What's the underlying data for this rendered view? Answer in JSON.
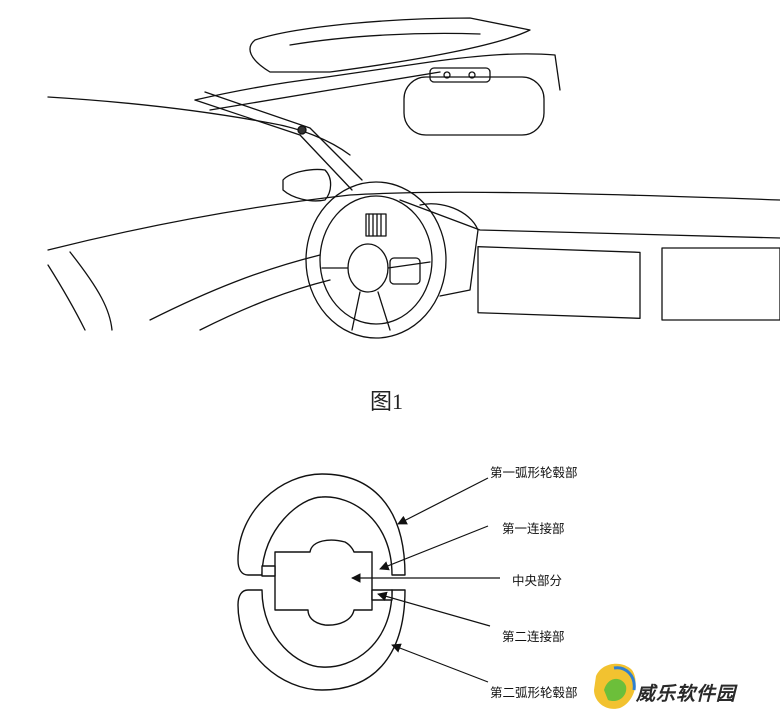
{
  "figure1": {
    "caption": "图1"
  },
  "figure2": {
    "labels": {
      "first_arc_rim": "第一弧形轮毂部",
      "first_connector": "第一连接部",
      "central_part": "中央部分",
      "second_connector": "第二连接部",
      "second_arc_rim": "第二弧形轮毂部"
    }
  },
  "watermark": {
    "text": "威乐软件园"
  },
  "colors": {
    "line": "#111111",
    "background": "#ffffff"
  }
}
